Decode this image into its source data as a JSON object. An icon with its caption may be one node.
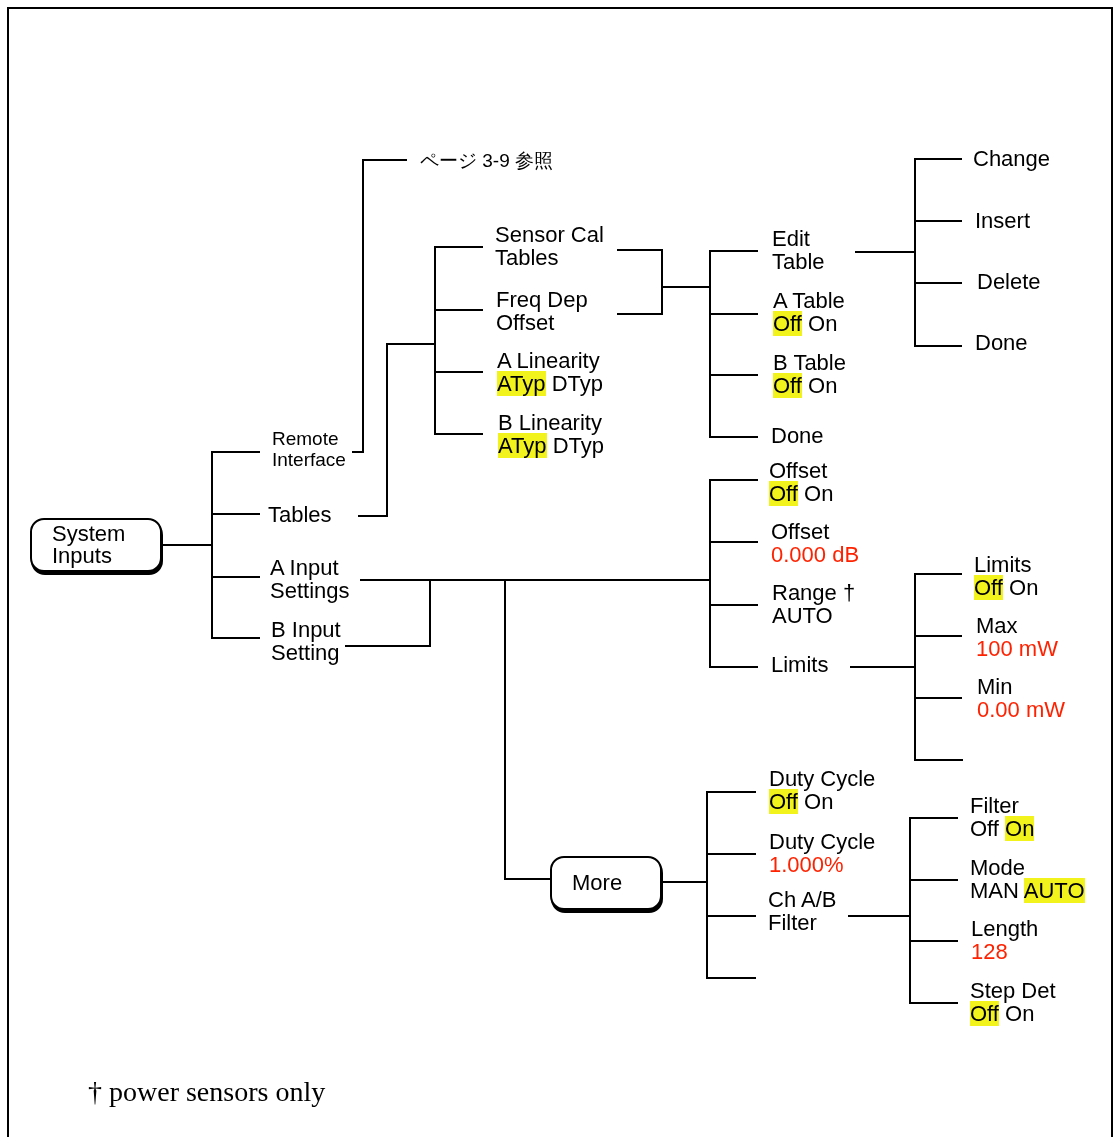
{
  "diagram": {
    "nodes": [
      {
        "text": [
          "System Inputs"
        ]
      },
      {
        "text": [
          "Remote Interface"
        ]
      },
      {
        "text": [
          "ページ 3-9 参照"
        ]
      },
      {
        "text": [
          "Tables"
        ]
      },
      {
        "text": [
          "Sensor Cal Tables"
        ]
      },
      {
        "text": [
          "Freq Dep Offset"
        ]
      },
      {
        "text": [
          "A Linearity",
          "ATyp",
          "DTyp"
        ]
      },
      {
        "text": [
          "B Linearity",
          "ATyp",
          "DTyp"
        ]
      },
      {
        "text": [
          "Edit Table"
        ]
      },
      {
        "text": [
          "A Table",
          "Off",
          "On"
        ]
      },
      {
        "text": [
          "B Table",
          "Off",
          "On"
        ]
      },
      {
        "text": [
          "Done"
        ]
      },
      {
        "text": [
          "Change"
        ]
      },
      {
        "text": [
          "Insert"
        ]
      },
      {
        "text": [
          "Delete"
        ]
      },
      {
        "text": [
          "Done"
        ]
      },
      {
        "text": [
          "A Input Settings"
        ]
      },
      {
        "text": [
          "B Input Setting"
        ]
      },
      {
        "text": [
          "Offset",
          "Off",
          "On"
        ]
      },
      {
        "text": [
          "Offset",
          "0.000 dB"
        ]
      },
      {
        "text": [
          "Range †",
          "AUTO"
        ]
      },
      {
        "text": [
          "Limits"
        ]
      },
      {
        "text": [
          "Limits",
          "Off",
          "On"
        ]
      },
      {
        "text": [
          "Max",
          "100 mW"
        ]
      },
      {
        "text": [
          "Min",
          "0.00 mW"
        ]
      },
      {
        "text": [
          "More"
        ]
      },
      {
        "text": [
          "Duty Cycle",
          "Off",
          "On"
        ]
      },
      {
        "text": [
          "Duty Cycle",
          "1.000%"
        ]
      },
      {
        "text": [
          "Ch A/B Filter"
        ]
      },
      {
        "text": [
          "Filter",
          "Off",
          "On"
        ]
      },
      {
        "text": [
          "Mode",
          "MAN",
          "AUTO"
        ]
      },
      {
        "text": [
          "Length",
          "128"
        ]
      },
      {
        "text": [
          "Step Det",
          "Off",
          "On"
        ]
      }
    ],
    "edges": [
      {
        "from": 0,
        "to": 1,
        "arrow": "none"
      },
      {
        "from": 0,
        "to": 3,
        "arrow": "none"
      },
      {
        "from": 0,
        "to": 16,
        "arrow": "none"
      },
      {
        "from": 0,
        "to": 17,
        "arrow": "none"
      },
      {
        "from": 1,
        "to": 2,
        "arrow": "none"
      },
      {
        "from": 3,
        "to": 4,
        "arrow": "none"
      },
      {
        "from": 3,
        "to": 5,
        "arrow": "none"
      },
      {
        "from": 3,
        "to": 6,
        "arrow": "none"
      },
      {
        "from": 3,
        "to": 7,
        "arrow": "none"
      },
      {
        "from": 4,
        "to": 8,
        "arrow": "none"
      },
      {
        "from": 4,
        "to": 9,
        "arrow": "none"
      },
      {
        "from": 4,
        "to": 10,
        "arrow": "none"
      },
      {
        "from": 4,
        "to": 11,
        "arrow": "none"
      },
      {
        "from": 5,
        "to": 8,
        "arrow": "none"
      },
      {
        "from": 5,
        "to": 9,
        "arrow": "none"
      },
      {
        "from": 5,
        "to": 10,
        "arrow": "none"
      },
      {
        "from": 5,
        "to": 11,
        "arrow": "none"
      },
      {
        "from": 8,
        "to": 12,
        "arrow": "none"
      },
      {
        "from": 8,
        "to": 13,
        "arrow": "none"
      },
      {
        "from": 8,
        "to": 14,
        "arrow": "none"
      },
      {
        "from": 8,
        "to": 15,
        "arrow": "none"
      },
      {
        "from": 16,
        "to": 18,
        "arrow": "none"
      },
      {
        "from": 16,
        "to": 19,
        "arrow": "none"
      },
      {
        "from": 16,
        "to": 20,
        "arrow": "none"
      },
      {
        "from": 16,
        "to": 21,
        "arrow": "none"
      },
      {
        "from": 16,
        "to": 25,
        "arrow": "none"
      },
      {
        "from": 17,
        "to": 18,
        "arrow": "none"
      },
      {
        "from": 17,
        "to": 19,
        "arrow": "none"
      },
      {
        "from": 17,
        "to": 20,
        "arrow": "none"
      },
      {
        "from": 17,
        "to": 21,
        "arrow": "none"
      },
      {
        "from": 17,
        "to": 25,
        "arrow": "none"
      },
      {
        "from": 21,
        "to": 22,
        "arrow": "none"
      },
      {
        "from": 21,
        "to": 23,
        "arrow": "none"
      },
      {
        "from": 21,
        "to": 24,
        "arrow": "none"
      },
      {
        "from": 21,
        "to": null,
        "arrow": "none"
      },
      {
        "from": 25,
        "to": 26,
        "arrow": "none"
      },
      {
        "from": 25,
        "to": 27,
        "arrow": "none"
      },
      {
        "from": 25,
        "to": 28,
        "arrow": "none"
      },
      {
        "from": 25,
        "to": null,
        "arrow": "none"
      },
      {
        "from": 28,
        "to": 29,
        "arrow": "none"
      },
      {
        "from": 28,
        "to": 30,
        "arrow": "none"
      },
      {
        "from": 28,
        "to": 31,
        "arrow": "none"
      },
      {
        "from": 28,
        "to": 32,
        "arrow": "none"
      }
    ],
    "labels": [
      "† power sensors only"
    ]
  }
}
